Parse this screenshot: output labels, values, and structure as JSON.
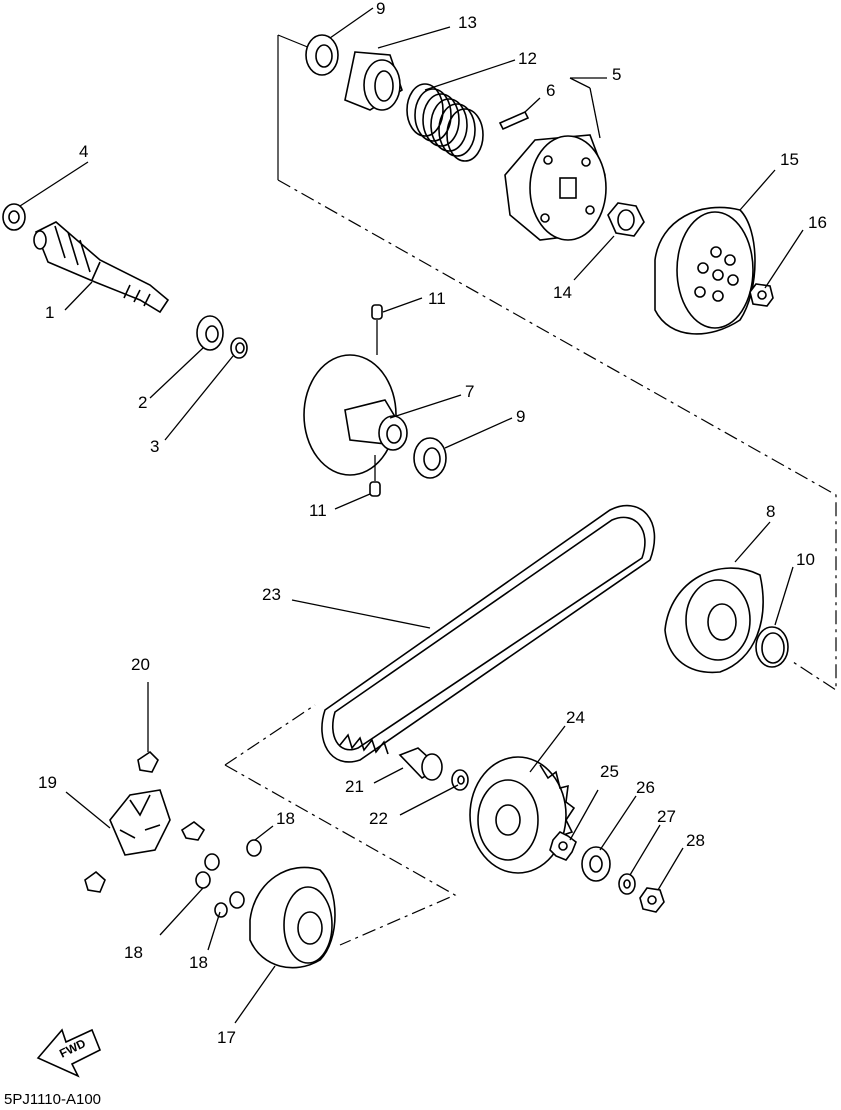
{
  "diagram": {
    "drawing_code": "5PJ1110-A100",
    "fwd_label": "FWD",
    "callouts": [
      {
        "id": "c1",
        "label": "1"
      },
      {
        "id": "c2",
        "label": "2"
      },
      {
        "id": "c3",
        "label": "3"
      },
      {
        "id": "c4",
        "label": "4"
      },
      {
        "id": "c5",
        "label": "5"
      },
      {
        "id": "c6",
        "label": "6"
      },
      {
        "id": "c7",
        "label": "7"
      },
      {
        "id": "c8",
        "label": "8"
      },
      {
        "id": "c9a",
        "label": "9"
      },
      {
        "id": "c9b",
        "label": "9"
      },
      {
        "id": "c10",
        "label": "10"
      },
      {
        "id": "c11a",
        "label": "11"
      },
      {
        "id": "c11b",
        "label": "11"
      },
      {
        "id": "c12",
        "label": "12"
      },
      {
        "id": "c13",
        "label": "13"
      },
      {
        "id": "c14",
        "label": "14"
      },
      {
        "id": "c15",
        "label": "15"
      },
      {
        "id": "c16",
        "label": "16"
      },
      {
        "id": "c17",
        "label": "17"
      },
      {
        "id": "c18a",
        "label": "18"
      },
      {
        "id": "c18b",
        "label": "18"
      },
      {
        "id": "c18c",
        "label": "18"
      },
      {
        "id": "c19",
        "label": "19"
      },
      {
        "id": "c20",
        "label": "20"
      },
      {
        "id": "c21",
        "label": "21"
      },
      {
        "id": "c22",
        "label": "22"
      },
      {
        "id": "c23",
        "label": "23"
      },
      {
        "id": "c24",
        "label": "24"
      },
      {
        "id": "c25",
        "label": "25"
      },
      {
        "id": "c26",
        "label": "26"
      },
      {
        "id": "c27",
        "label": "27"
      },
      {
        "id": "c28",
        "label": "28"
      }
    ]
  }
}
